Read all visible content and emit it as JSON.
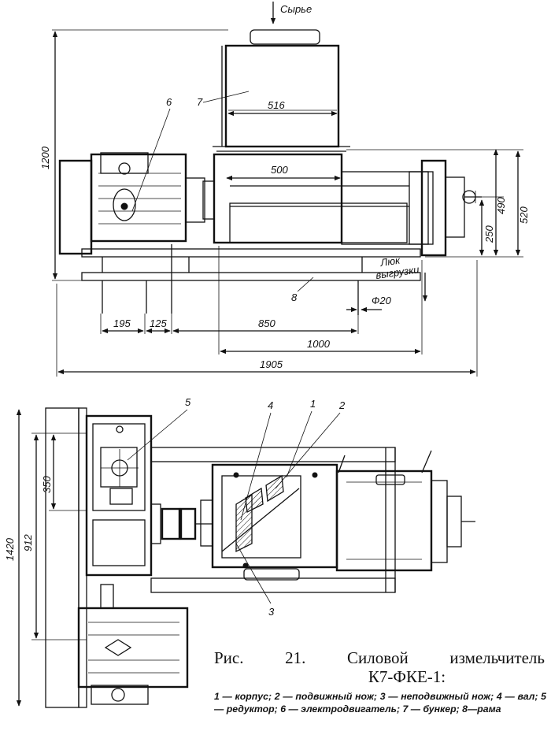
{
  "top_view": {
    "input_label": "Сырье",
    "dimensions": {
      "d1200": "1200",
      "d516": "516",
      "d500": "500",
      "d490": "490",
      "d520": "520",
      "d250": "250",
      "d195": "195",
      "d125": "125",
      "d850": "850",
      "d1000": "1000",
      "d1905": "1905",
      "phi20": "Ф20"
    },
    "hatch_label_line1": "Люк",
    "hatch_label_line2": "выгрузки",
    "callouts": {
      "c6": "6",
      "c7": "7",
      "c8": "8"
    }
  },
  "plan_view": {
    "dimensions": {
      "d1420": "1420",
      "d912": "912",
      "d350": "350"
    },
    "callouts": {
      "c5": "5",
      "c4": "4",
      "c1": "1",
      "c2": "2",
      "c3": "3"
    }
  },
  "caption": {
    "fig": "Рис.",
    "num": "21.",
    "title_a": "Силовой",
    "title_b": "измельчитель",
    "title_c": "К7-ФКЕ-1:",
    "legend": "1 — корпус; 2 — подвижный нож; 3 — неподвижный нож; 4 — вал; 5 — редуктор; 6 — электродвигатель; 7 — бункер; 8—рама"
  }
}
